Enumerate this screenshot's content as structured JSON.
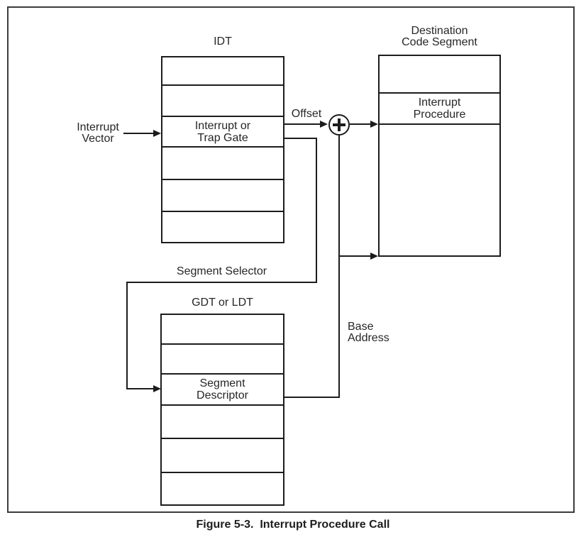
{
  "figure": {
    "caption": "Figure 5-3.  Interrupt Procedure Call"
  },
  "idt": {
    "title": "IDT",
    "gate": {
      "line1": "Interrupt or",
      "line2": "Trap Gate"
    }
  },
  "gdt": {
    "title": "GDT or LDT",
    "descriptor": {
      "line1": "Segment",
      "line2": "Descriptor"
    }
  },
  "destination": {
    "title": {
      "line1": "Destination",
      "line2": "Code Segment"
    },
    "procedure": {
      "line1": "Interrupt",
      "line2": "Procedure"
    }
  },
  "labels": {
    "interrupt_vector": {
      "line1": "Interrupt",
      "line2": "Vector"
    },
    "offset": "Offset",
    "segment_selector": "Segment Selector",
    "base_address": {
      "line1": "Base",
      "line2": "Address"
    }
  },
  "icons": {
    "adder_icon": "plus-circle"
  },
  "colors": {
    "line": "#1c1c1c",
    "background": "#ffffff"
  }
}
